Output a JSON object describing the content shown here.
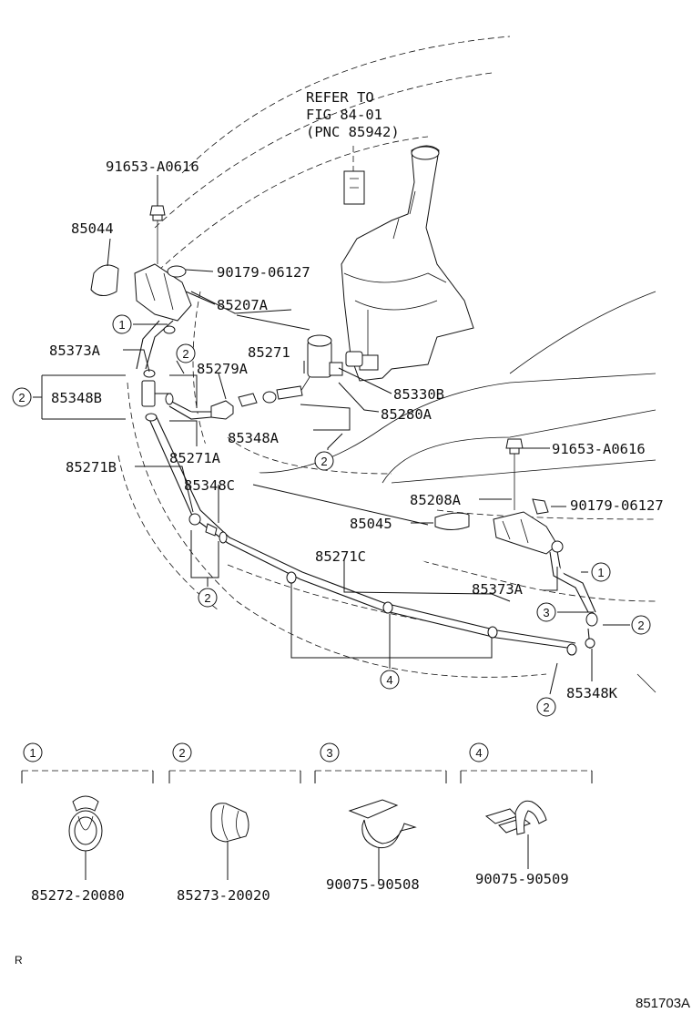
{
  "refer": {
    "line1": "REFER TO",
    "line2": "FIG 84-01",
    "line3": "(PNC 85942)"
  },
  "labels": {
    "p91653_top": "91653-A0616",
    "p85044": "85044",
    "p90179_top": "90179-06127",
    "p85207A": "85207A",
    "p85373A_left": "85373A",
    "p85271": "85271",
    "p85279A": "85279A",
    "p85348B": "85348B",
    "p85330B": "85330B",
    "p85280A": "85280A",
    "p85348A": "85348A",
    "p85271A": "85271A",
    "p85271B": "85271B",
    "p91653_right": "91653-A0616",
    "p85348C": "85348C",
    "p85208A": "85208A",
    "p90179_right": "90179-06127",
    "p85045": "85045",
    "p85271C": "85271C",
    "p85373A_right": "85373A",
    "p85348K": "85348K"
  },
  "callouts": [
    "1",
    "2",
    "3",
    "4"
  ],
  "legend": [
    {
      "num": "1",
      "part": "85272-20080"
    },
    {
      "num": "2",
      "part": "85273-20020"
    },
    {
      "num": "3",
      "part": "90075-90508"
    },
    {
      "num": "4",
      "part": "90075-90509"
    }
  ],
  "figure_id": "851703A",
  "corner_mark": "R"
}
